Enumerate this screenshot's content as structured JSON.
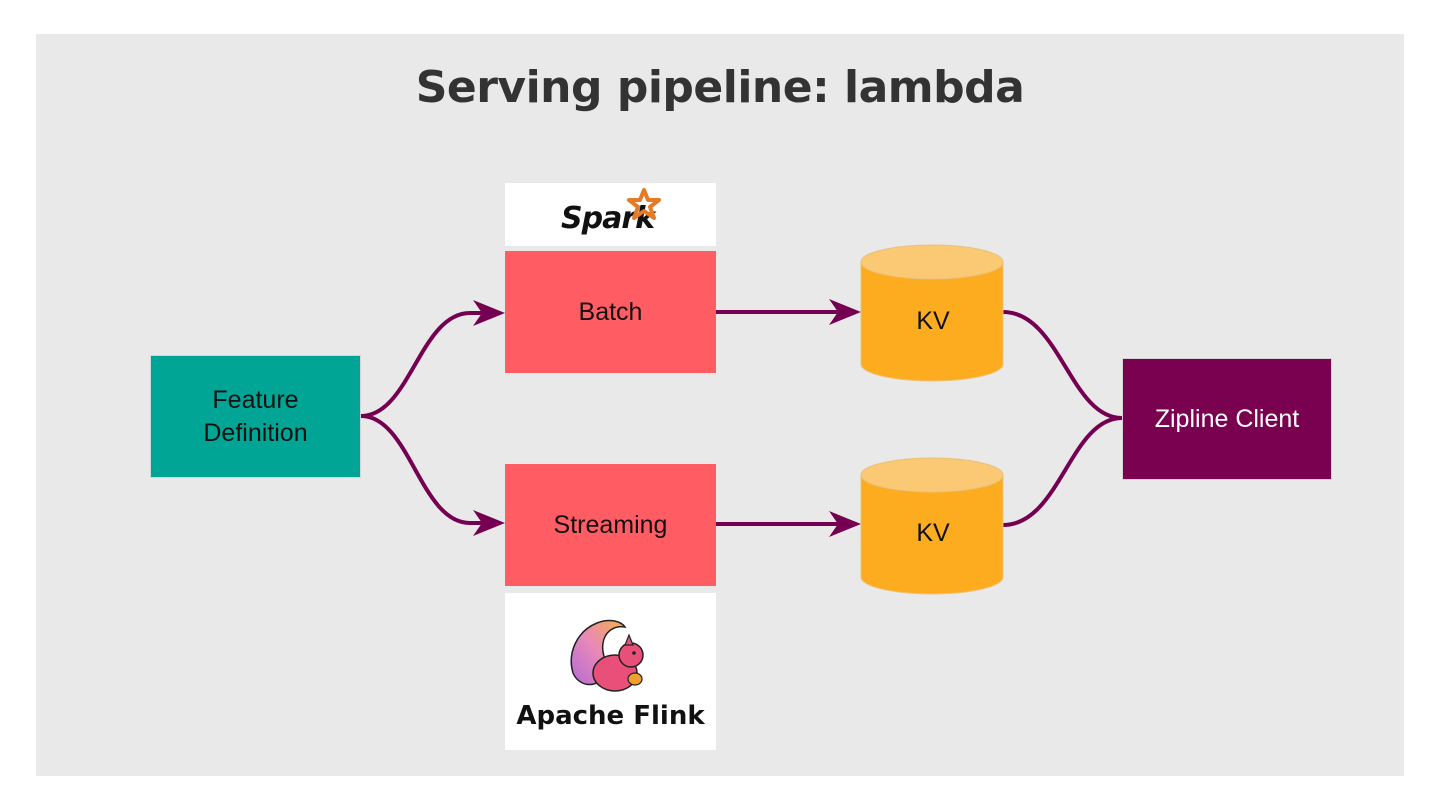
{
  "slide": {
    "title": "Serving pipeline: lambda"
  },
  "nodes": {
    "feature_definition": {
      "line1": "Feature",
      "line2": "Definition",
      "color": "#00a595"
    },
    "batch": {
      "label": "Batch",
      "color": "#ff5d63"
    },
    "streaming": {
      "label": "Streaming",
      "color": "#ff5d63"
    },
    "kv_batch": {
      "label": "KV",
      "color": "#fdab1f"
    },
    "kv_streaming": {
      "label": "KV",
      "color": "#fdab1f"
    },
    "zipline_client": {
      "label": "Zipline Client",
      "color": "#7a0050"
    }
  },
  "logos": {
    "spark": {
      "text": "Spark",
      "icon": "spark-star-icon"
    },
    "flink": {
      "text": "Apache Flink",
      "icon": "flink-squirrel-icon"
    }
  },
  "edges": [
    {
      "from": "feature_definition",
      "to": "batch"
    },
    {
      "from": "feature_definition",
      "to": "streaming"
    },
    {
      "from": "batch",
      "to": "kv_batch"
    },
    {
      "from": "streaming",
      "to": "kv_streaming"
    },
    {
      "from": "kv_batch",
      "to": "zipline_client"
    },
    {
      "from": "kv_streaming",
      "to": "zipline_client"
    }
  ],
  "colors": {
    "arrow": "#750052",
    "background": "#e9e9e9"
  }
}
